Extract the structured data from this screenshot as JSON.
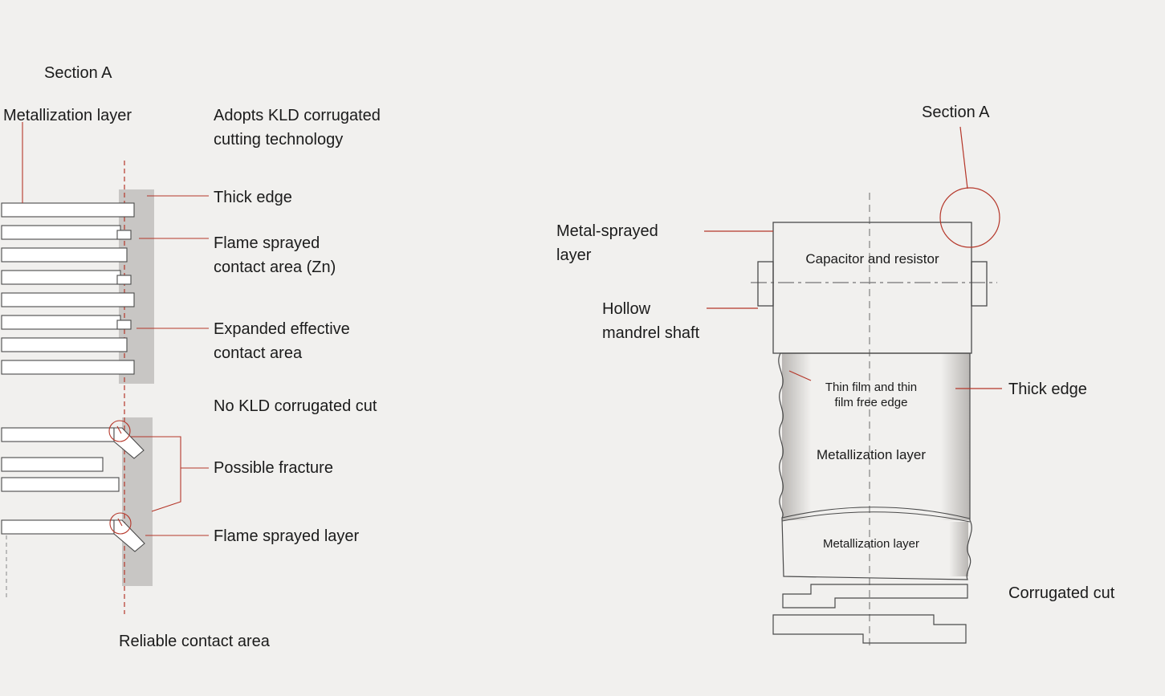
{
  "colors": {
    "accent_red": "#b5372a",
    "line_gray": "#4a4a4a",
    "shade_gray": "#c8c6c4",
    "background": "#f1f0ee",
    "text": "#1b1b1b"
  },
  "left_panel": {
    "section_title": "Section A",
    "metallization_layer": "Metallization layer",
    "kld_header": {
      "line1": "Adopts KLD corrugated",
      "line2": "cutting technology"
    },
    "thick_edge": "Thick edge",
    "flame_contact": {
      "line1": "Flame sprayed",
      "line2": "contact area (Zn)"
    },
    "expanded_contact": {
      "line1": "Expanded effective",
      "line2": "contact area"
    },
    "no_kld_header": "No KLD corrugated cut",
    "possible_fracture": "Possible fracture",
    "flame_sprayed_layer": "Flame sprayed layer",
    "reliable_contact": "Reliable contact area"
  },
  "right_panel": {
    "section_label": "Section A",
    "metal_sprayed": {
      "line1": "Metal-sprayed",
      "line2": "layer"
    },
    "capacitor_resistor": "Capacitor and resistor",
    "hollow_mandrel": {
      "line1": "Hollow",
      "line2": "mandrel shaft"
    },
    "thin_film": {
      "line1": "Thin film and thin",
      "line2": "film free edge"
    },
    "thick_edge": "Thick edge",
    "metallization_upper": "Metallization layer",
    "metallization_lower": "Metallization layer",
    "corrugated_cut": "Corrugated cut"
  }
}
